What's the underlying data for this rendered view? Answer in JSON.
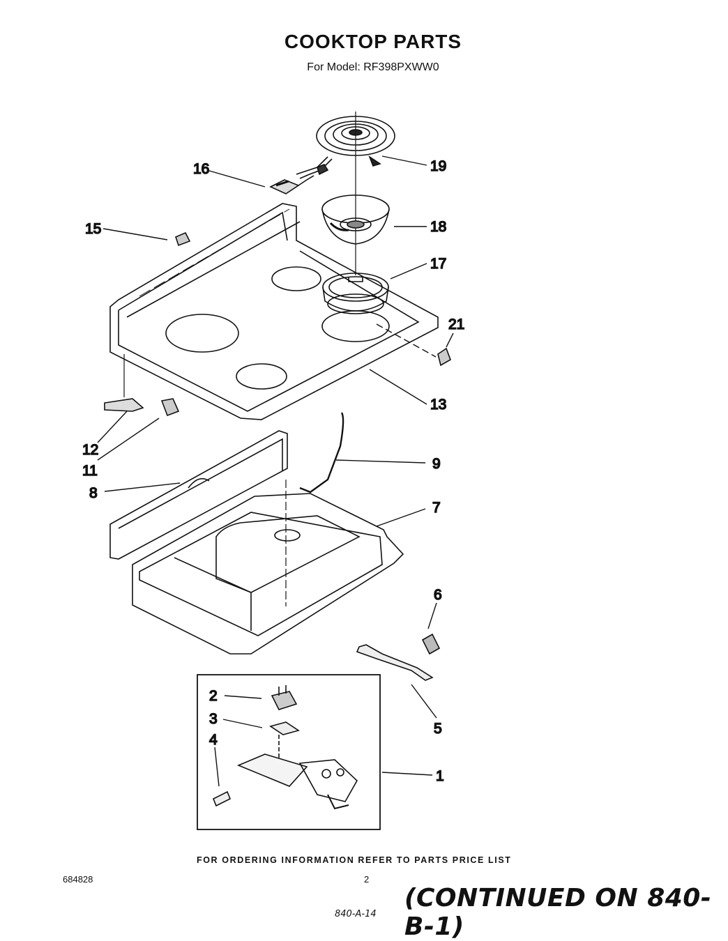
{
  "title": "COOKTOP PARTS",
  "subtitle": "For Model: RF398PXWW0",
  "callouts": {
    "c1": "1",
    "c2": "2",
    "c3": "3",
    "c4": "4",
    "c5": "5",
    "c6": "6",
    "c7": "7",
    "c8": "8",
    "c9": "9",
    "c11": "11",
    "c12": "12",
    "c13": "13",
    "c15": "15",
    "c16": "16",
    "c17": "17",
    "c18": "18",
    "c19": "19",
    "c21": "21"
  },
  "footer": {
    "ordering_info": "FOR ORDERING INFORMATION REFER TO PARTS PRICE LIST",
    "doc_number": "684828",
    "page_number": "2",
    "continued": "(CONTINUED ON 840-B-1)",
    "handwritten_ref": "840-A-14"
  }
}
